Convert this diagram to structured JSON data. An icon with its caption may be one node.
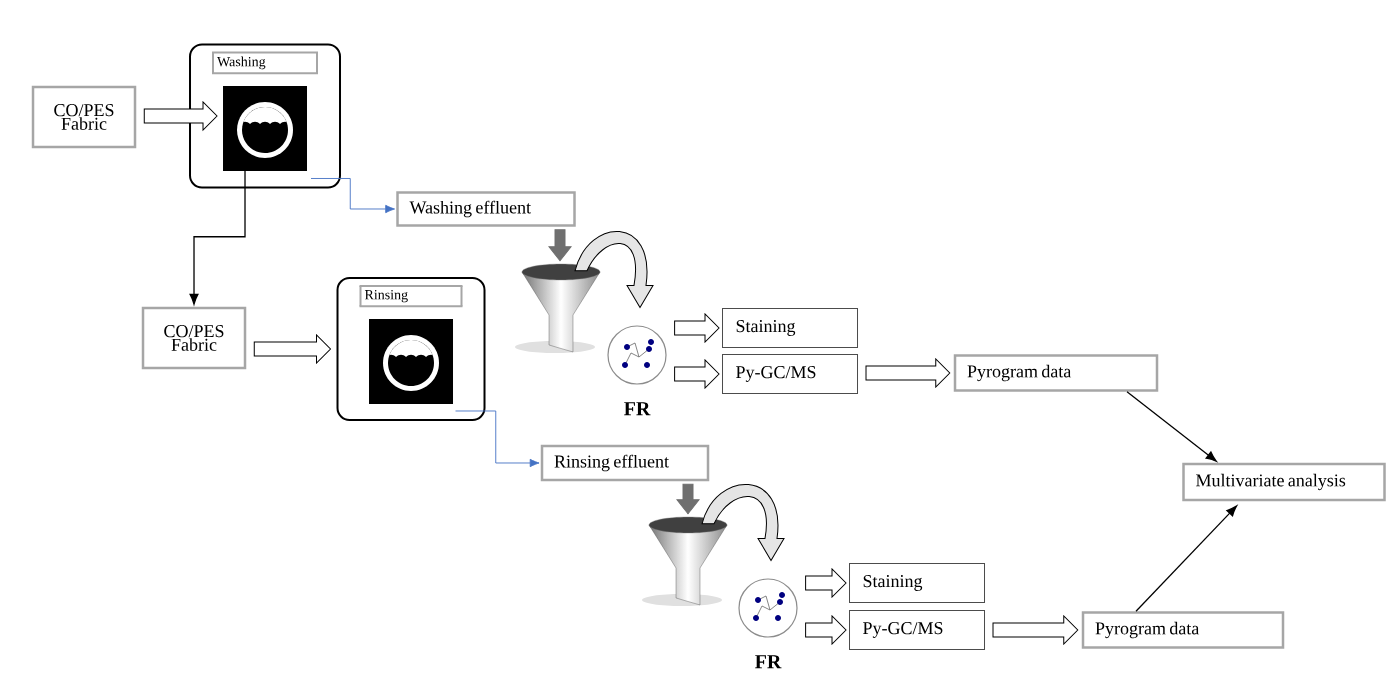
{
  "diagram": {
    "nodes": [
      {
        "text": [
          "CO/PES Fabric"
        ]
      },
      {
        "text": [
          "Washing"
        ]
      },
      {
        "text": [
          "Washing effluent"
        ]
      },
      {
        "text": [
          "CO/PES Fabric"
        ]
      },
      {
        "text": [
          "Rinsing"
        ]
      },
      {
        "text": [],
        "shape": "funnel"
      },
      {
        "text": [],
        "shape": "circle",
        "beside": [
          "FR"
        ]
      },
      {
        "text": [
          "Staining"
        ]
      },
      {
        "text": [
          "Py-GC/MS"
        ]
      },
      {
        "text": [
          "Pyrogram data"
        ]
      },
      {
        "text": [
          "Rinsing effluent"
        ]
      },
      {
        "text": [],
        "shape": "funnel"
      },
      {
        "text": [],
        "shape": "circle",
        "beside": [
          "FR"
        ]
      },
      {
        "text": [
          "Staining"
        ]
      },
      {
        "text": [
          "Py-GC/MS"
        ]
      },
      {
        "text": [
          "Pyrogram data"
        ]
      },
      {
        "text": [
          "Multivariate analysis"
        ]
      }
    ],
    "edges": [
      {
        "from": 0,
        "to": 1,
        "arrow": "to",
        "style": "thick"
      },
      {
        "from": 1,
        "to": 2,
        "arrow": "to",
        "color": "#4472c4"
      },
      {
        "from": 1,
        "to": 3,
        "arrow": "to"
      },
      {
        "from": 3,
        "to": 4,
        "arrow": "to",
        "style": "thick"
      },
      {
        "from": 2,
        "to": 5,
        "arrow": "to",
        "style": "thick",
        "color": "#6f6f6f"
      },
      {
        "from": 5,
        "to": 6,
        "arrow": "to",
        "style": "thick"
      },
      {
        "from": 6,
        "to": 7,
        "arrow": "to",
        "style": "thick"
      },
      {
        "from": 6,
        "to": 8,
        "arrow": "to",
        "style": "thick"
      },
      {
        "from": 8,
        "to": 9,
        "arrow": "to",
        "style": "thick"
      },
      {
        "from": 4,
        "to": 10,
        "arrow": "to",
        "color": "#4472c4"
      },
      {
        "from": 10,
        "to": 11,
        "arrow": "to",
        "style": "thick",
        "color": "#6f6f6f"
      },
      {
        "from": 11,
        "to": 12,
        "arrow": "to",
        "style": "thick"
      },
      {
        "from": 12,
        "to": 13,
        "arrow": "to",
        "style": "thick"
      },
      {
        "from": 12,
        "to": 14,
        "arrow": "to",
        "style": "thick"
      },
      {
        "from": 14,
        "to": 15,
        "arrow": "to",
        "style": "thick"
      },
      {
        "from": 9,
        "to": 16,
        "arrow": "to"
      },
      {
        "from": 15,
        "to": 16,
        "arrow": "to"
      }
    ]
  }
}
